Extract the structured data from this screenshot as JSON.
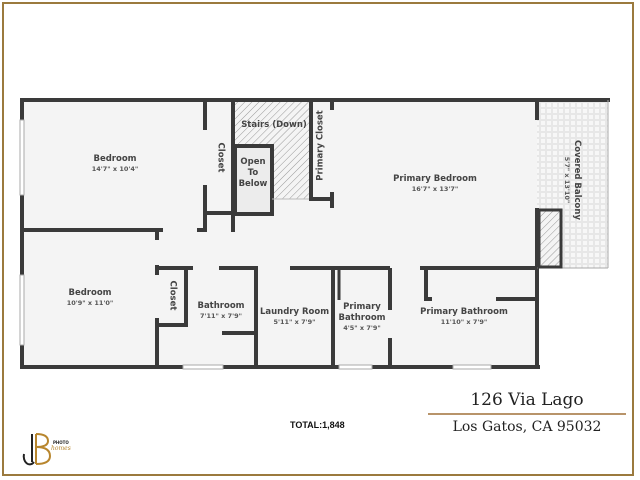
{
  "colors": {
    "border": "#9b7a3e",
    "wall": "#3a3a3a",
    "floor": "#f4f4f4",
    "accent_rule": "#b8946a"
  },
  "rooms": {
    "bedroom1": {
      "name": "Bedroom",
      "dims": "14'7\" x 10'4\""
    },
    "closet1": {
      "name": "Closet"
    },
    "stairs": {
      "name": "Stairs (Down)"
    },
    "open_below": {
      "name": "Open To Below",
      "line1": "Open",
      "line2": "To",
      "line3": "Below"
    },
    "primary_closet": {
      "name": "Primary Closet"
    },
    "primary_bedroom": {
      "name": "Primary Bedroom",
      "dims": "16'7\" x 13'7\""
    },
    "covered_balcony": {
      "name": "Covered Balcony",
      "dims": "5'7\" x 13'10\""
    },
    "bedroom2": {
      "name": "Bedroom",
      "dims": "10'9\" x 11'0\""
    },
    "closet2": {
      "name": "Closet"
    },
    "bathroom": {
      "name": "Bathroom",
      "dims": "7'11\" x 7'9\""
    },
    "laundry": {
      "name": "Laundry Room",
      "dims": "5'11\" x 7'9\""
    },
    "primary_bath_small": {
      "line1": "Primary",
      "line2": "Bathroom",
      "dims": "4'5\" x 7'9\""
    },
    "primary_bath": {
      "name": "Primary Bathroom",
      "dims": "11'10\" x 7'9\""
    }
  },
  "footer": {
    "total": "TOTAL:1,848",
    "address_line1": "126 Via Lago",
    "address_line2": "Los Gatos, CA 95032",
    "logo_text": "PHOTO homes"
  }
}
